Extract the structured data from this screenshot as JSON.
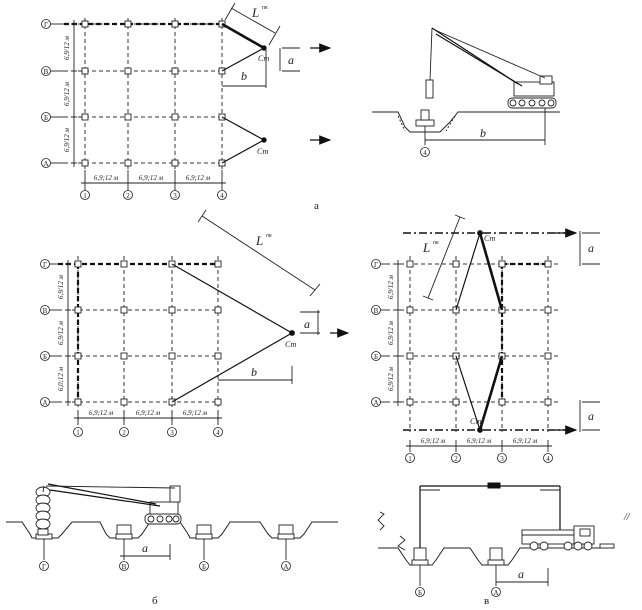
{
  "panel_labels": {
    "a": "а",
    "b": "б",
    "v": "в"
  },
  "axes": {
    "rows": [
      "Г",
      "В",
      "Б",
      "А"
    ],
    "cols": [
      "1",
      "2",
      "3",
      "4"
    ]
  },
  "dims": {
    "span": "6,9;12 м",
    "span_alt": "6,9/12 м",
    "span_alt2": "6,0;12 м"
  },
  "symbols": {
    "L": "L",
    "L_sup": "пк",
    "a": "a",
    "b": "b",
    "crane_stop": "Ст"
  },
  "misc": {
    "edge_mark": "//"
  }
}
